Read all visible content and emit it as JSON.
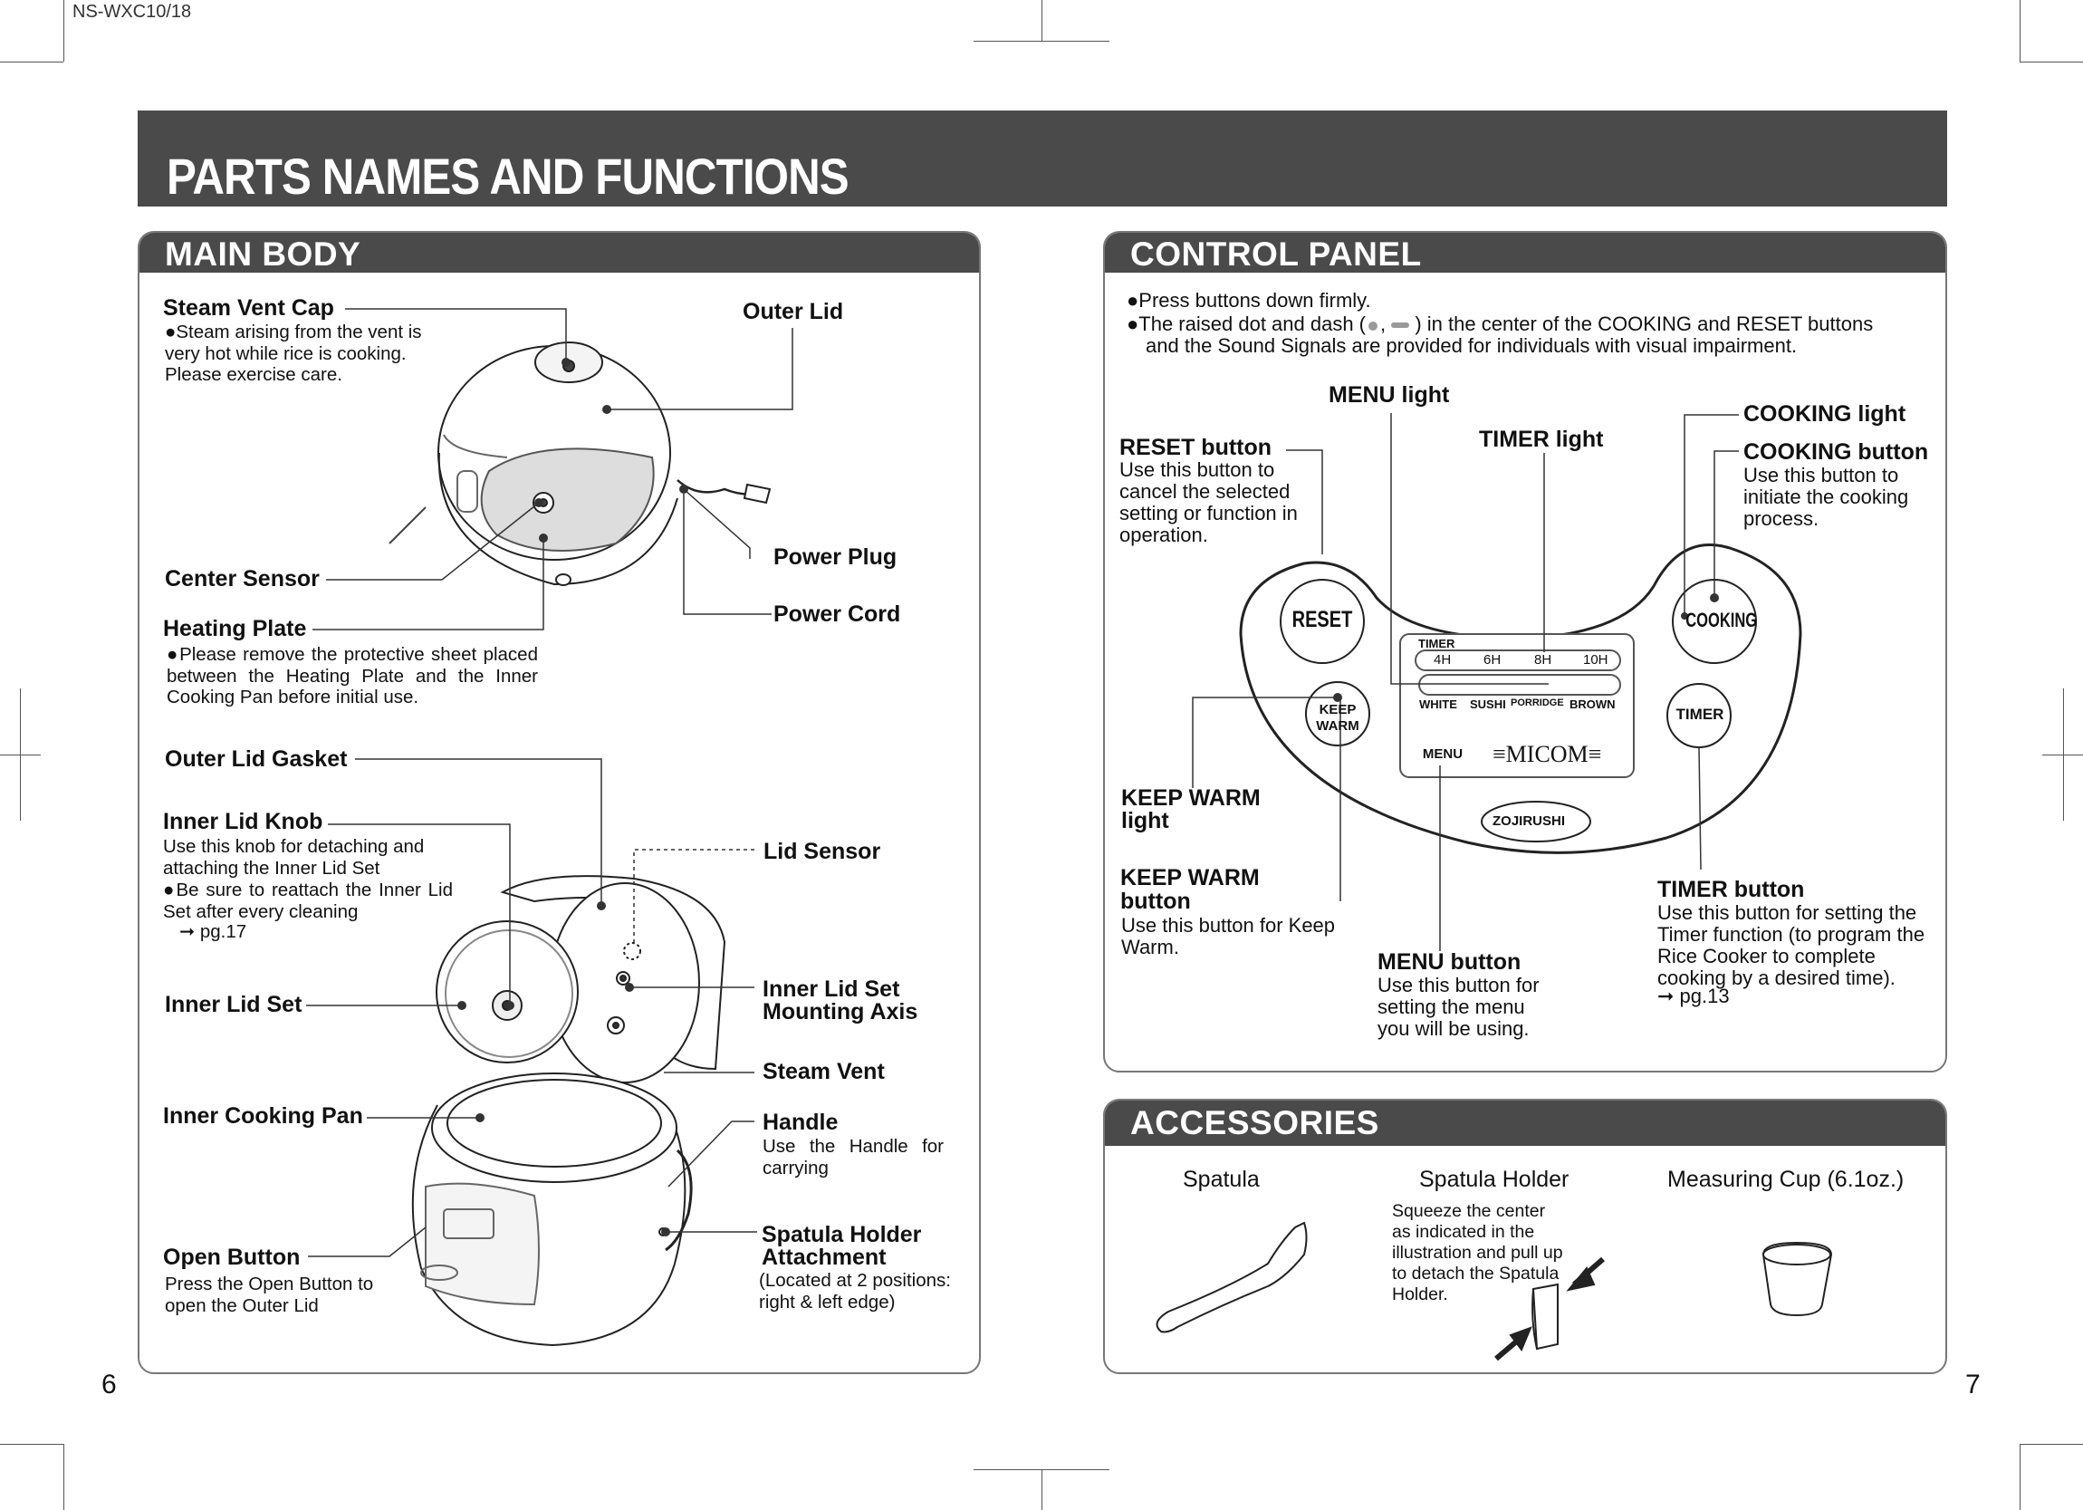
{
  "model_code": "NS-WXC10/18",
  "title": "PARTS NAMES AND FUNCTIONS",
  "page_left": "6",
  "page_right": "7",
  "main_body": {
    "heading": "MAIN BODY",
    "steam_vent_cap": {
      "label": "Steam Vent Cap",
      "note": "●Steam arising from the vent is very hot while rice is cooking. Please exercise care."
    },
    "outer_lid": "Outer Lid",
    "center_sensor": "Center Sensor",
    "power_plug": "Power Plug",
    "heating_plate": {
      "label": "Heating Plate",
      "note": "●Please remove the protective sheet placed between the Heating Plate and the Inner Cooking Pan before initial use."
    },
    "power_cord": "Power Cord",
    "outer_lid_gasket": "Outer Lid Gasket",
    "inner_lid_knob": {
      "label": "Inner Lid Knob",
      "desc": "Use this knob for detaching and attaching the Inner Lid Set",
      "note": "●Be sure to reattach the Inner Lid Set after every cleaning",
      "ref": "➞ pg.17"
    },
    "lid_sensor": "Lid Sensor",
    "inner_lid_set": "Inner Lid Set",
    "inner_lid_set_axis": {
      "line1": "Inner Lid Set",
      "line2": "Mounting Axis"
    },
    "steam_vent": "Steam Vent",
    "inner_cooking_pan": "Inner Cooking Pan",
    "handle": {
      "label": "Handle",
      "desc": "Use the Handle for carrying"
    },
    "open_button": {
      "label": "Open Button",
      "desc": "Press the Open Button to open the Outer Lid"
    },
    "spatula_holder_attachment": {
      "line1": "Spatula Holder",
      "line2": "Attachment",
      "desc": "(Located at 2 positions: right & left edge)"
    }
  },
  "control_panel": {
    "heading": "CONTROL PANEL",
    "bullet1": "●Press buttons down firmly.",
    "bullet2a": "●The raised dot and dash (",
    "bullet2b": ") in the center of the COOKING and RESET buttons",
    "bullet2c": "and the Sound Signals are provided for individuals with visual impairment.",
    "menu_light": "MENU light",
    "timer_light": "TIMER light",
    "cooking_light": "COOKING light",
    "reset_button": {
      "label": "RESET button",
      "desc": "Use this button to cancel the selected setting or function in operation."
    },
    "cooking_button": {
      "label": "COOKING button",
      "desc": "Use this button to initiate the cooking process."
    },
    "keep_warm_light": {
      "line1": "KEEP WARM",
      "line2": "light"
    },
    "keep_warm_button": {
      "line1": "KEEP WARM",
      "line2": "button",
      "desc": "Use this button for Keep Warm."
    },
    "menu_button": {
      "label": "MENU button",
      "desc": "Use this button for setting the menu you will be using."
    },
    "timer_button": {
      "label": "TIMER button",
      "desc": "Use this button for setting the Timer function (to program the Rice Cooker to complete cooking by a desired time).",
      "ref": "➞ pg.13"
    },
    "panel": {
      "btn_reset": "RESET",
      "btn_cooking": "COOKING",
      "btn_keep": "KEEP",
      "btn_warm": "WARM",
      "btn_timer": "TIMER",
      "btn_menu": "MENU",
      "timer_title": "TIMER",
      "timer_options": [
        "4H",
        "6H",
        "8H",
        "10H"
      ],
      "menu_options": [
        "WHITE",
        "SUSHI",
        "PORRIDGE",
        "BROWN"
      ],
      "micom": "≡MICOM≡",
      "brand": "ZOJIRUSHI"
    }
  },
  "accessories": {
    "heading": "ACCESSORIES",
    "spatula": "Spatula",
    "spatula_holder": "Spatula Holder",
    "spatula_holder_note": "Squeeze the center as indicated in the illustration and pull up to detach the Spatula Holder.",
    "measuring_cup": "Measuring Cup (6.1oz.)"
  },
  "colors": {
    "header_bg": "#4a4a4a",
    "panel_border": "#777777",
    "text": "#111111"
  }
}
